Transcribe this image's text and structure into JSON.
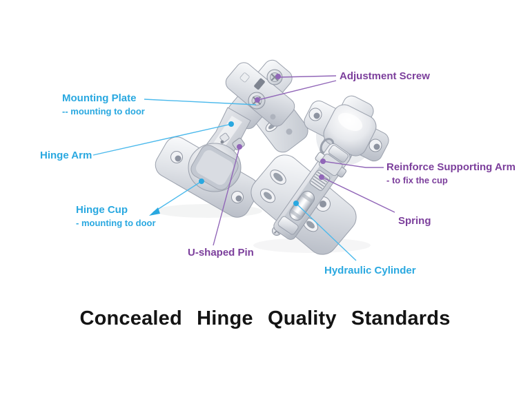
{
  "colors": {
    "cyan": "#29a8e0",
    "cyan_line": "#4ab9ec",
    "purple": "#7c3f9c",
    "purple_line": "#9166b8",
    "title_color": "#141414"
  },
  "callouts": {
    "adjustment_screw": {
      "label": "Adjustment Screw"
    },
    "mounting_plate": {
      "label": "Mounting Plate",
      "sub": "-- mounting to door"
    },
    "hinge_arm": {
      "label": "Hinge Arm"
    },
    "hinge_cup": {
      "label": "Hinge Cup",
      "sub": "- mounting to door"
    },
    "u_shaped_pin": {
      "label": "U-shaped Pin"
    },
    "reinforce_supporting_arm": {
      "label": "Reinforce Supporting Arm",
      "sub": "- to fix the cup"
    },
    "spring": {
      "label": "Spring"
    },
    "hydraulic_cylinder": {
      "label": "Hydraulic Cylinder"
    }
  },
  "title": {
    "text": "Concealed Hinge Quality Standards"
  }
}
